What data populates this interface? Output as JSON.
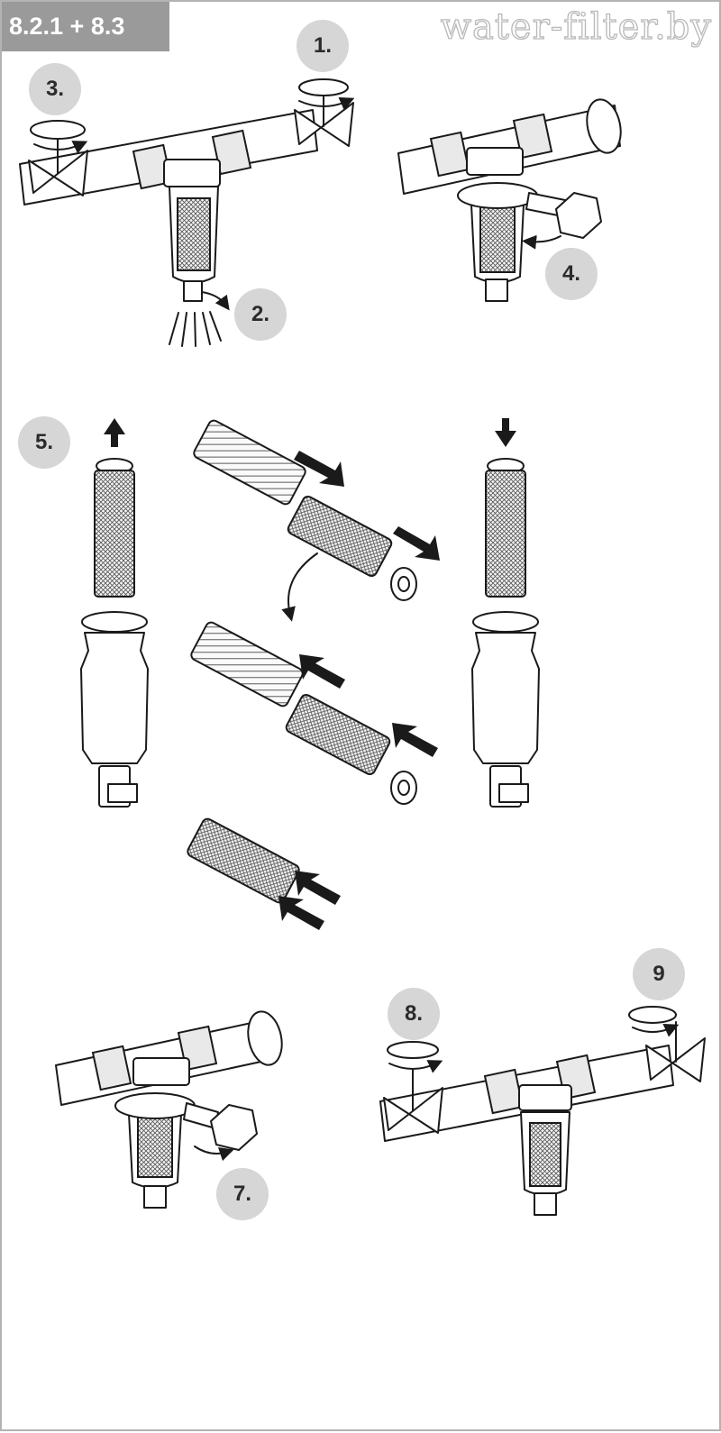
{
  "header": {
    "section_label": "8.2.1 + 8.3",
    "watermark": "water-filter.by"
  },
  "steps": {
    "s1": "1.",
    "s2": "2.",
    "s3": "3.",
    "s4": "4.",
    "s5": "5.",
    "s7": "7.",
    "s8": "8.",
    "s9": "9"
  },
  "colors": {
    "badge": "#d6d6d6",
    "tag": "#9a9a9a",
    "line": "#1a1a1a"
  }
}
